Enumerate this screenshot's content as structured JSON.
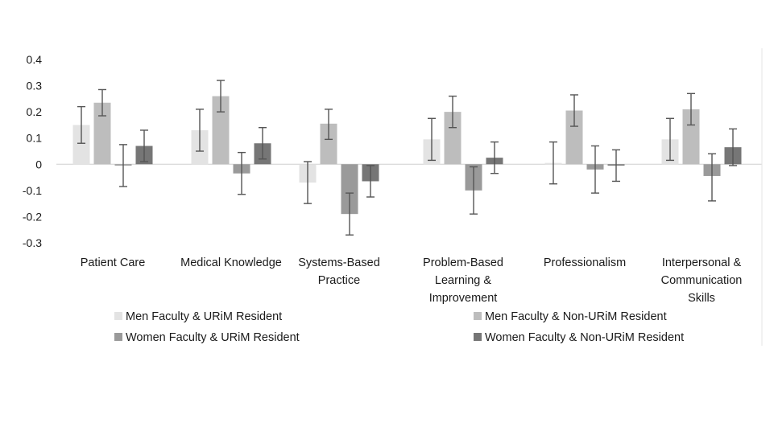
{
  "chart_data": {
    "type": "bar",
    "title": "",
    "xlabel": "",
    "ylabel": "",
    "ylim": [
      -0.3,
      0.4
    ],
    "yticks": [
      0.4,
      0.3,
      0.2,
      0.1,
      0,
      -0.1,
      -0.2,
      -0.3
    ],
    "ytick_labels": [
      "0.4",
      "0.3",
      "0.2",
      "0.1",
      "0",
      "-0.1",
      "-0.2",
      "-0.3"
    ],
    "grid": false,
    "legend_position": "bottom",
    "categories": [
      [
        "Patient Care"
      ],
      [
        "Medical Knowledge"
      ],
      [
        "Systems-Based",
        "Practice"
      ],
      [
        "Problem-Based",
        "Learning &",
        "Improvement"
      ],
      [
        "Professionalism"
      ],
      [
        "Interpersonal &",
        "Communication",
        "Skills"
      ]
    ],
    "series": [
      {
        "name": "Men Faculty & URiM Resident",
        "color": "#e3e3e3",
        "values": [
          0.15,
          0.13,
          -0.07,
          0.095,
          0.005,
          0.095
        ],
        "err_low": [
          0.08,
          0.05,
          -0.15,
          0.015,
          -0.075,
          0.015
        ],
        "err_high": [
          0.22,
          0.21,
          0.01,
          0.175,
          0.085,
          0.175
        ]
      },
      {
        "name": "Men Faculty & Non-URiM Resident",
        "color": "#bdbdbd",
        "values": [
          0.235,
          0.26,
          0.155,
          0.2,
          0.205,
          0.21
        ],
        "err_low": [
          0.185,
          0.2,
          0.095,
          0.14,
          0.145,
          0.15
        ],
        "err_high": [
          0.285,
          0.32,
          0.21,
          0.26,
          0.265,
          0.27
        ]
      },
      {
        "name": "Women Faculty & URiM Resident",
        "color": "#9a9a9a",
        "values": [
          -0.005,
          -0.035,
          -0.19,
          -0.1,
          -0.02,
          -0.045
        ],
        "err_low": [
          -0.085,
          -0.115,
          -0.27,
          -0.19,
          -0.11,
          -0.14
        ],
        "err_high": [
          0.075,
          0.045,
          -0.11,
          -0.01,
          0.07,
          0.04
        ]
      },
      {
        "name": "Women Faculty & Non-URiM Resident",
        "color": "#767676",
        "values": [
          0.07,
          0.08,
          -0.065,
          0.025,
          -0.005,
          0.065
        ],
        "err_low": [
          0.01,
          0.02,
          -0.125,
          -0.035,
          -0.065,
          -0.005
        ],
        "err_high": [
          0.13,
          0.14,
          -0.005,
          0.085,
          0.055,
          0.135
        ]
      }
    ]
  }
}
